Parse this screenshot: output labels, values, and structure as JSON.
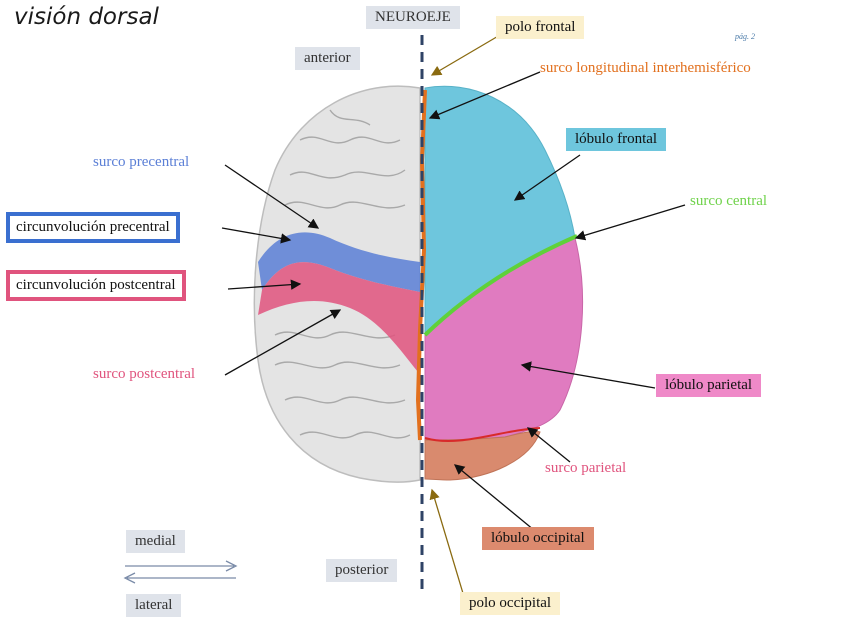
{
  "title": "visión dorsal",
  "page_number": "pág. 2",
  "labels": {
    "neuroeje": "NEUROEJE",
    "anterior": "anterior",
    "posterior": "posterior",
    "medial": "medial",
    "lateral": "lateral",
    "polo_frontal": "polo frontal",
    "surco_longitudinal": "surco longitudinal interhemisférico",
    "lobulo_frontal": "lóbulo frontal",
    "surco_central": "surco central",
    "surco_precentral": "surco precentral",
    "circunvolucion_precentral": "circunvolución precentral",
    "circunvolucion_postcentral": "circunvolución postcentral",
    "surco_postcentral": "surco postcentral",
    "lobulo_parietal": "lóbulo parietal",
    "surco_parietal": "surco parietal",
    "lobulo_occipital": "lóbulo occipital",
    "polo_occipital": "polo occipital"
  },
  "colors": {
    "frontal": "#6ec6dd",
    "parietal": "#e07bc0",
    "occipital": "#d98a6e",
    "precentral": "#5b7fd6",
    "postcentral": "#e0547e",
    "central_sulcus": "#5fd13a",
    "fissure": "#e2701e",
    "neuroeje": "#2f4366"
  }
}
